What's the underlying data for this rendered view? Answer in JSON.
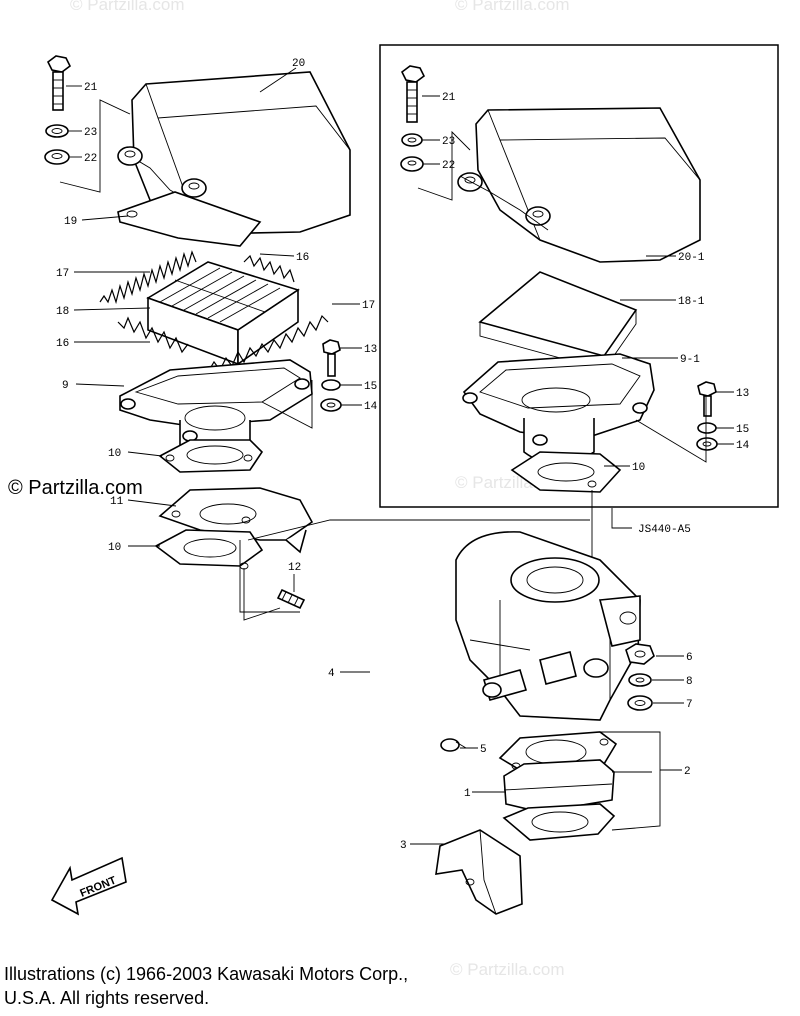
{
  "watermarks": {
    "main": "© Partzilla.com",
    "faint": "© Partzilla.com"
  },
  "variant_label": "JS440-A5",
  "front_label": "FRONT",
  "copyright": {
    "line1": "Illustrations (c) 1966-2003 Kawasaki Motors Corp.,",
    "line2": "U.S.A.  All rights reserved."
  },
  "callouts": {
    "c1": "1",
    "c2": "2",
    "c3": "3",
    "c4": "4",
    "c5": "5",
    "c6": "6",
    "c7": "7",
    "c8": "8",
    "c9": "9",
    "c9_1": "9-1",
    "c10a": "10",
    "c10b": "10",
    "c10c": "10",
    "c11": "11",
    "c12": "12",
    "c13a": "13",
    "c13b": "13",
    "c14a": "14",
    "c14b": "14",
    "c15a": "15",
    "c15b": "15",
    "c16a": "16",
    "c16b": "16",
    "c17a": "17",
    "c17b": "17",
    "c18": "18",
    "c18_1": "18-1",
    "c19": "19",
    "c20": "20",
    "c20_1": "20-1",
    "c21a": "21",
    "c21b": "21",
    "c22a": "22",
    "c22b": "22",
    "c23a": "23",
    "c23b": "23"
  }
}
